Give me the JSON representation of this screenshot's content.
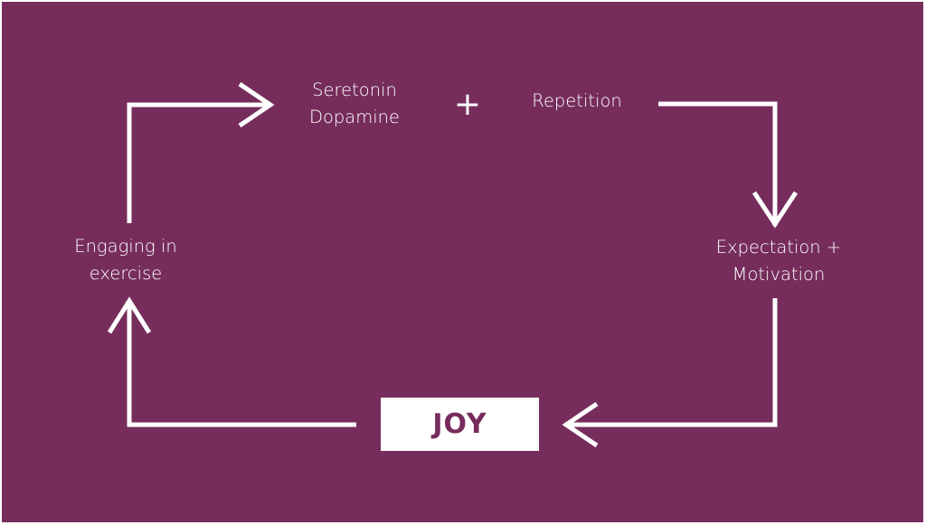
{
  "diagram": {
    "nodes": {
      "neurochemicals": {
        "lines": [
          "Seretonin",
          "Dopamine"
        ]
      },
      "plus_sign": "+",
      "repetition": {
        "lines": [
          "Repetition"
        ]
      },
      "expectation": {
        "lines": [
          "Expectation +",
          "Motivation"
        ]
      },
      "joy": {
        "label": "JOY"
      },
      "exercise": {
        "lines": [
          "Engaging in",
          "exercise"
        ]
      }
    },
    "colors": {
      "background": "#762d5b",
      "foreground": "#ffffff",
      "joy_text": "#762d5b"
    }
  }
}
